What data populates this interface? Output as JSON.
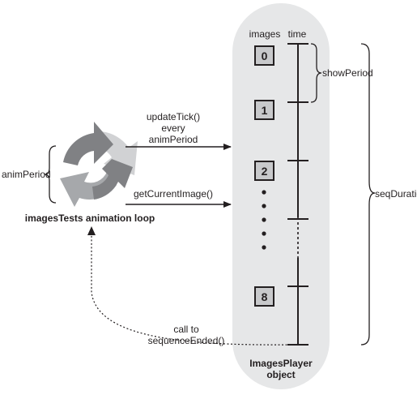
{
  "labels": {
    "images_col": "images",
    "time_col": "time",
    "show_period": "showPeriod",
    "seq_duration": "seqDuration",
    "anim_period": "animPeriod",
    "update_tick_line1": "updateTick()",
    "update_tick_line2": "every",
    "update_tick_line3": "animPeriod",
    "get_current_image": "getCurrentImage()",
    "loop_caption": "imagesTests animation loop",
    "call_to_line1": "call to",
    "call_to_line2": "sequenceEnded()",
    "player_line1": "ImagesPlayer",
    "player_line2": "object"
  },
  "frames": [
    "0",
    "1",
    "2",
    "8"
  ],
  "icons": [
    "cycle-arrows-icon",
    "curly-brace-icon",
    "arrow-icon"
  ],
  "colors": {
    "pill": "#e6e7e8",
    "box": "#c8c9cb",
    "ink": "#231f20",
    "arrow_dark": "#808184",
    "arrow_mid": "#a6a8ab",
    "arrow_light": "#d1d2d4"
  }
}
